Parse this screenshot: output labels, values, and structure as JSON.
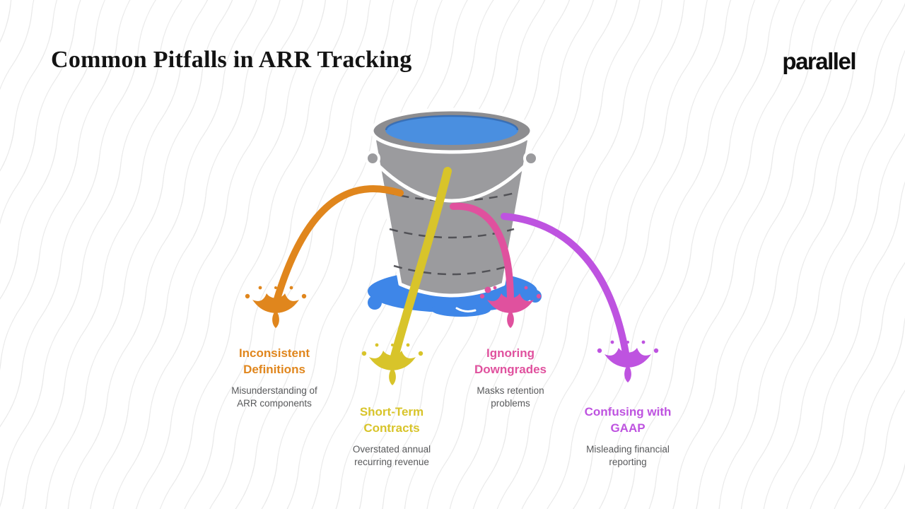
{
  "slide": {
    "title": "Common Pitfalls in ARR Tracking",
    "brand": "parallel"
  },
  "colors": {
    "bucket_body": "#9B9B9E",
    "bucket_rim": "#8D8D90",
    "water": "#4A8FE0",
    "water_edge": "#2E5FA3",
    "puddle": "#3E86E8",
    "dashes": "#4A4A4F"
  },
  "pitfalls": [
    {
      "name": "Inconsistent Definitions",
      "title_lines": [
        "Inconsistent",
        "Definitions"
      ],
      "description_lines": [
        "Misunderstanding of",
        "ARR components"
      ],
      "color": "#E0861D"
    },
    {
      "name": "Short-Term Contracts",
      "title_lines": [
        "Short-Term",
        "Contracts"
      ],
      "description_lines": [
        "Overstated annual",
        "recurring revenue"
      ],
      "color": "#D8C42A"
    },
    {
      "name": "Ignoring Downgrades",
      "title_lines": [
        "Ignoring",
        "Downgrades"
      ],
      "description_lines": [
        "Masks retention",
        "problems"
      ],
      "color": "#E0519E"
    },
    {
      "name": "Confusing with GAAP",
      "title_lines": [
        "Confusing with",
        "GAAP"
      ],
      "description_lines": [
        "Misleading financial",
        "reporting"
      ],
      "color": "#BE53E0"
    }
  ]
}
